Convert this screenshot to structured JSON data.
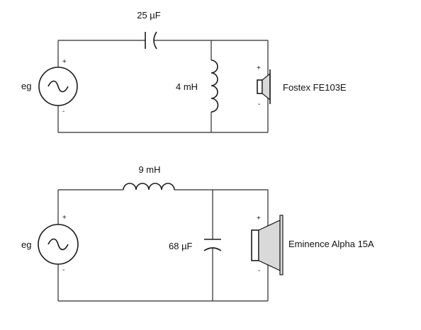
{
  "circuit_top": {
    "capacitor_label": "25 µF",
    "inductor_label": "4 mH",
    "source_label": "eg",
    "source_plus": "+",
    "source_minus": "-",
    "speaker_label": "Fostex FE103E",
    "speaker_plus": "+",
    "speaker_minus": "-"
  },
  "circuit_bottom": {
    "inductor_label": "9 mH",
    "capacitor_label": "68 µF",
    "source_label": "eg",
    "source_plus": "+",
    "source_minus": "-",
    "speaker_label": "Eminence Alpha 15A",
    "speaker_plus": "+",
    "speaker_minus": "-"
  }
}
